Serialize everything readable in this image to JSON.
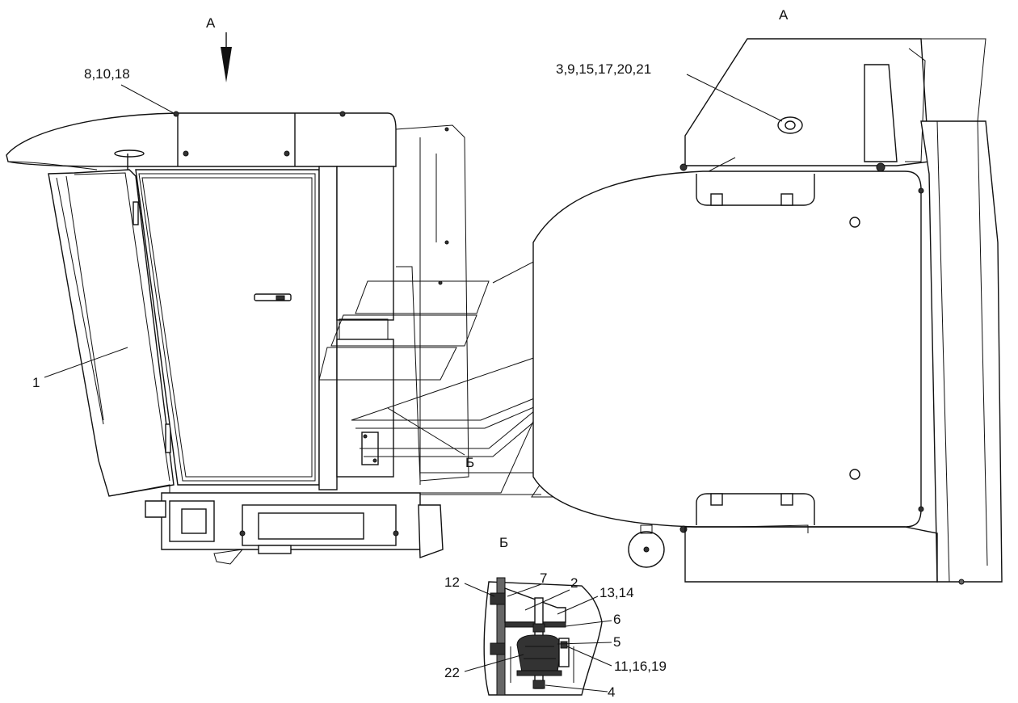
{
  "title": "",
  "view_labels": {
    "a_arrow": "А",
    "a_view": "А",
    "b_pointer": "Б",
    "b_view": "Б"
  },
  "callouts": {
    "c1": "1",
    "c8_10_18": "8,10,18",
    "c3_9_15": "3,9,15,17,20,21",
    "c12": "12",
    "c7": "7",
    "c2": "2",
    "c13_14": "13,14",
    "c6": "6",
    "c5": "5",
    "c22": "22",
    "c11_16_19": "11,16,19",
    "c4": "4"
  }
}
